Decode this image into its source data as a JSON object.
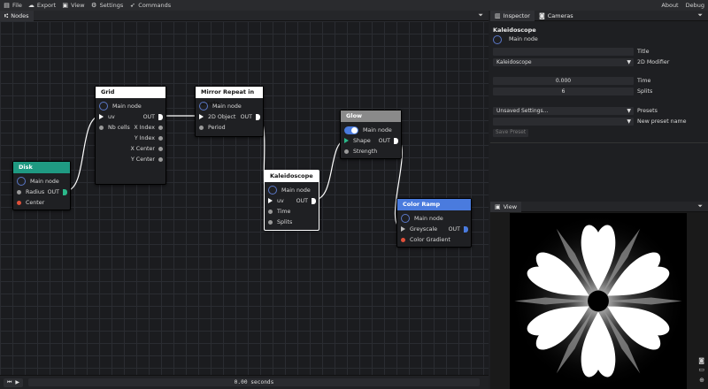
{
  "menu": {
    "items": [
      {
        "icon": "file-icon",
        "label": "File"
      },
      {
        "icon": "export-icon",
        "label": "Export"
      },
      {
        "icon": "image-icon",
        "label": "View"
      },
      {
        "icon": "gear-icon",
        "label": "Settings"
      },
      {
        "icon": "rocket-icon",
        "label": "Commands"
      }
    ],
    "right": [
      "About",
      "Debug"
    ]
  },
  "graph_tab": {
    "label": "Nodes",
    "icon": "nodes-icon"
  },
  "inspector_tabs": [
    {
      "label": "Inspector",
      "icon": "inspector-icon"
    },
    {
      "label": "Cameras",
      "icon": "camera-icon"
    }
  ],
  "nodes": {
    "disk": {
      "title": "Disk",
      "main": "Main node",
      "radius": "Radius",
      "out": "OUT",
      "center": "Center",
      "color": "#1f9a82"
    },
    "grid": {
      "title": "Grid",
      "main": "Main node",
      "uv": "uv",
      "out": "OUT",
      "nb_cells": "Nb cells",
      "x_index": "X Index",
      "y_index": "Y Index",
      "x_center": "X Center",
      "y_center": "Y Center"
    },
    "mirror": {
      "title": "Mirror Repeat in Circle",
      "main": "Main node",
      "in": "2D Object",
      "out": "OUT",
      "period": "Period"
    },
    "kaleidoscope": {
      "title": "Kaleidoscope",
      "main": "Main node",
      "uv": "uv",
      "out": "OUT",
      "time": "Time",
      "splits": "Splits"
    },
    "glow": {
      "title": "Glow",
      "main": "Main node",
      "shape": "Shape",
      "out": "OUT",
      "strength": "Strength",
      "color": "#8a8a8a"
    },
    "color_ramp": {
      "title": "Color Ramp",
      "main": "Main node",
      "greyscale": "Greyscale",
      "out": "OUT",
      "gradient": "Color Gradient",
      "color": "#4a7bde"
    }
  },
  "inspector": {
    "node_title": "Kaleidoscope",
    "main_node": "Main node",
    "title_label": "Title",
    "title_value": "",
    "modifier_value": "Kaleidoscope",
    "modifier_label": "2D Modifier",
    "time_value": "0.000",
    "time_label": "Time",
    "splits_value": "6",
    "splits_label": "Splits",
    "presets_value": "Unsaved Settings...",
    "presets_label": "Presets",
    "new_preset_label": "New preset name",
    "new_preset_value": "",
    "save_preset": "Save Preset"
  },
  "view_tab": {
    "label": "View",
    "icon": "image-icon"
  },
  "timeline": {
    "text": "0.00 seconds"
  },
  "colors": {
    "accent": "#4a7bde",
    "teal": "#1f9a82",
    "port_red": "#e0503a"
  }
}
